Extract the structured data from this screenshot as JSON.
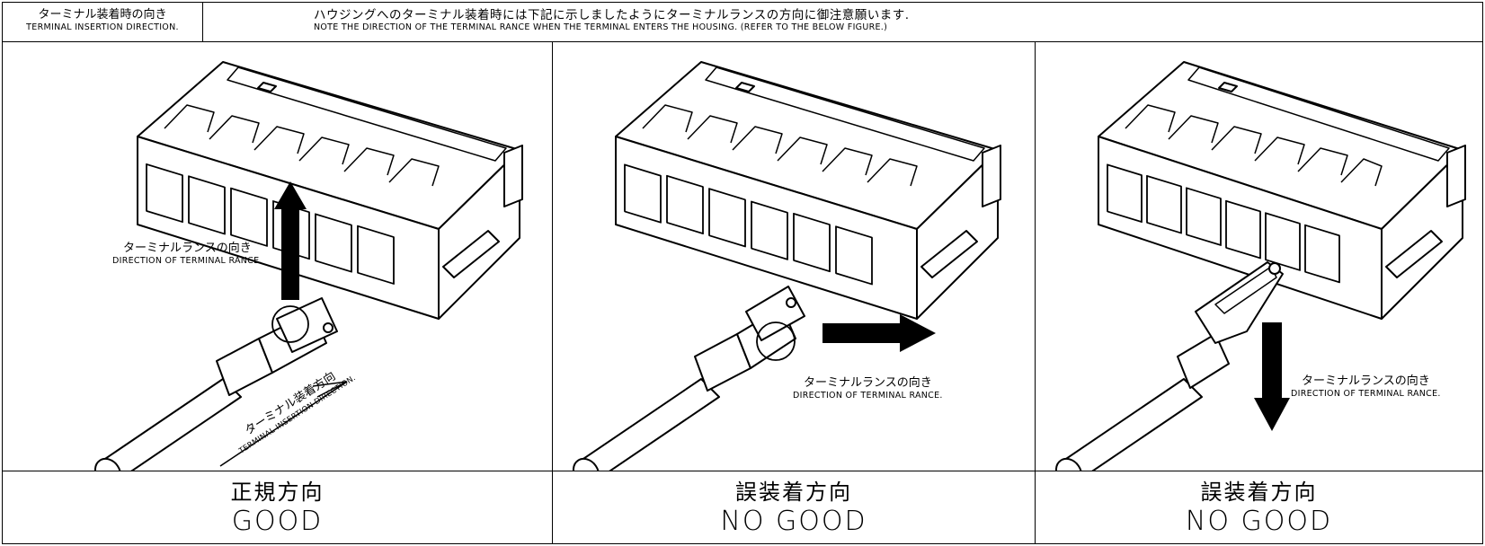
{
  "header": {
    "label_jp": "ターミナル装着時の向き",
    "label_en": "TERMINAL INSERTION DIRECTION.",
    "note_jp": "ハウジングへのターミナル装着時には下記に示しましたようにターミナルランスの方向に御注意願います.",
    "note_en": "NOTE THE DIRECTION OF THE TERMINAL RANCE WHEN THE TERMINAL ENTERS THE HOUSING. (REFER TO THE BELOW FIGURE.)"
  },
  "panels": [
    {
      "lance_label_jp": "ターミナルランスの向き",
      "lance_label_en": "DIRECTION OF TERMINAL RANCE.",
      "insertion_label_jp": "ターミナル装着方向",
      "insertion_label_en": "TERMINAL INSERTION DIRECTION.",
      "lance_direction": "up",
      "verdict_jp": "正規方向",
      "verdict_en": "GOOD"
    },
    {
      "lance_label_jp": "ターミナルランスの向き",
      "lance_label_en": "DIRECTION OF TERMINAL RANCE.",
      "lance_direction": "right",
      "verdict_jp": "誤装着方向",
      "verdict_en": "NO GOOD"
    },
    {
      "lance_label_jp": "ターミナルランスの向き",
      "lance_label_en": "DIRECTION OF TERMINAL RANCE.",
      "lance_direction": "down",
      "verdict_jp": "誤装着方向",
      "verdict_en": "NO GOOD"
    }
  ]
}
